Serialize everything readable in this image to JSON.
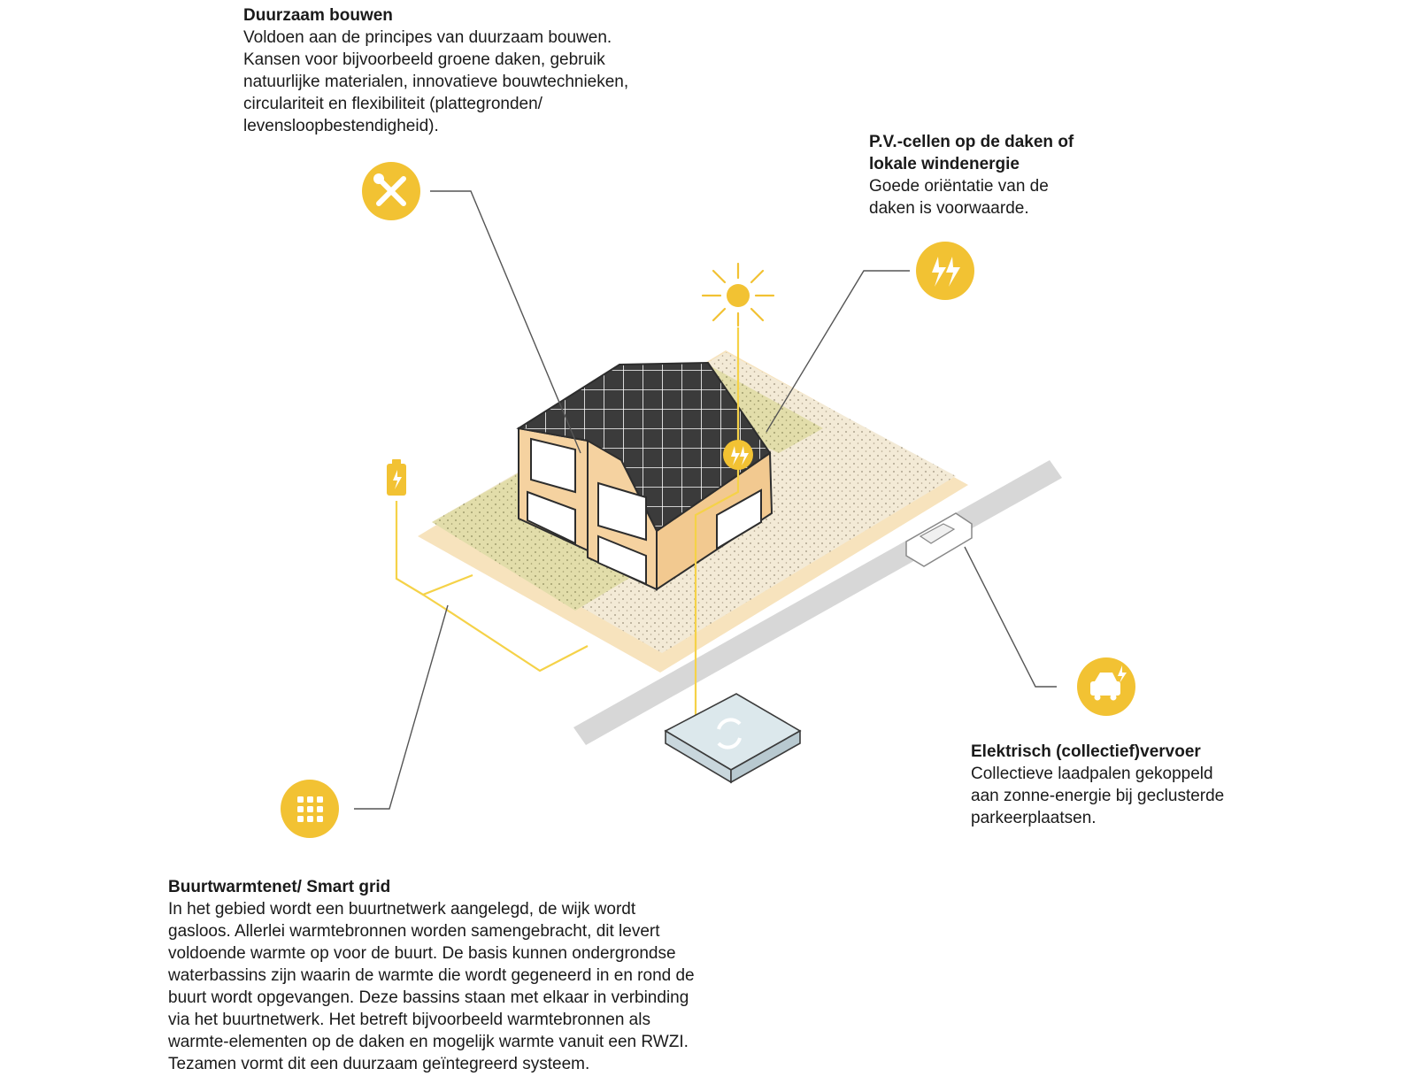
{
  "blocks": {
    "bouwen": {
      "title": "Duurzaam bouwen",
      "text": "Voldoen aan de principes van duurzaam bouwen.\nKansen voor bijvoorbeeld groene daken, gebruik\nnatuurlijke materialen, innovatieve bouwtechnieken,\ncirculariteit en flexibiliteit (plattegronden/\nlevensloopbestendigheid)."
    },
    "pv": {
      "title": "P.V.-cellen op de daken of\nlokale windenergie",
      "text": "Goede oriëntatie van de\ndaken is voorwaarde."
    },
    "vervoer": {
      "title": "Elektrisch (collectief)vervoer",
      "text": "Collectieve laadpalen gekoppeld\naan zonne-energie bij geclusterde\nparkeerplaatsen."
    },
    "grid": {
      "title": "Buurtwarmtenet/  Smart grid",
      "text": "In het gebied wordt een buurtnetwerk aangelegd, de wijk wordt\ngasloos. Allerlei warmtebronnen worden samengebracht, dit levert\nvoldoende warmte op voor de buurt. De basis kunnen ondergrondse\nwaterbassins zijn waarin de warmte die wordt gegeneerd in en rond de\nbuurt wordt opgevangen. Deze bassins staan met elkaar in verbinding\nvia het buurtnetwerk. Het betreft bijvoorbeeld warmtebronnen als\nwarmte-elementen op de daken en mogelijk warmte vanuit een RWZI.\nTezamen vormt dit een duurzaam geïntegreerd systeem."
    }
  },
  "icons": {
    "bouwen": "tools-icon",
    "pv": "lightning-icon",
    "vervoer": "electric-car-icon",
    "grid": "grid-icon",
    "battery": "battery-icon",
    "sun": "sun-icon",
    "basin": "recycle-icon"
  },
  "colors": {
    "accent": "#f2c233",
    "accent_line": "#f5d248",
    "house_wall": "#f5d3a0",
    "plot_sand": "#f7e6c4",
    "plot_green": "#dedaa0",
    "road": "#d8d8d8",
    "roof": "#3a3a3a",
    "leader": "#555555",
    "basin": "#dce8ec"
  }
}
